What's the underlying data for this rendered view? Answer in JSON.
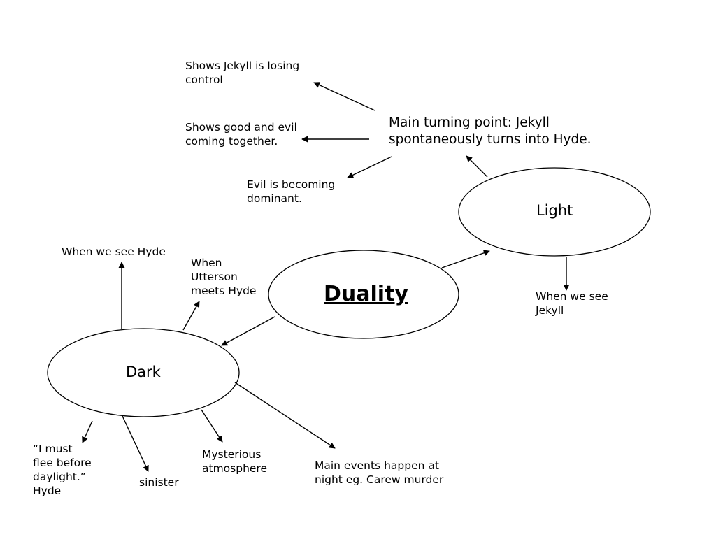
{
  "central": {
    "label": "Duality"
  },
  "nodes": {
    "light": {
      "label": "Light"
    },
    "dark": {
      "label": "Dark"
    },
    "turning_point": {
      "label": "Main turning point: Jekyll\nspontaneously turns into Hyde."
    }
  },
  "notes": {
    "losing_control": "Shows Jekyll is losing\ncontrol",
    "good_evil": "Shows good and evil\ncoming together.",
    "evil_dominant": "Evil is becoming\ndominant.",
    "see_jekyll": "When we see\nJekyll",
    "see_hyde": "When we see Hyde",
    "utterson": "When\nUtterson\nmeets Hyde",
    "flee": "“I must\nflee before\ndaylight.”\nHyde",
    "sinister": "sinister",
    "mysterious": "Mysterious\natmosphere",
    "main_events": "Main events happen at\nnight eg. Carew murder"
  }
}
